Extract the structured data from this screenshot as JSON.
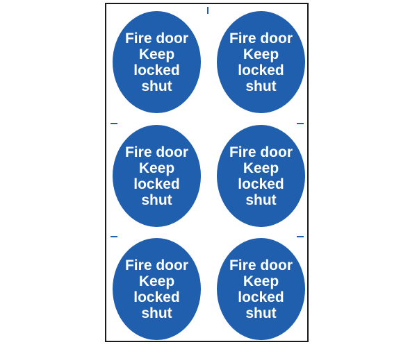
{
  "sheet": {
    "sign_color": "#1f5fad",
    "border_color": "#1a1a1a",
    "signs": [
      {
        "line1": "Fire door",
        "line2": "Keep",
        "line3": "locked",
        "line4": "shut"
      },
      {
        "line1": "Fire door",
        "line2": "Keep",
        "line3": "locked",
        "line4": "shut"
      },
      {
        "line1": "Fire door",
        "line2": "Keep",
        "line3": "locked",
        "line4": "shut"
      },
      {
        "line1": "Fire door",
        "line2": "Keep",
        "line3": "locked",
        "line4": "shut"
      },
      {
        "line1": "Fire door",
        "line2": "Keep",
        "line3": "locked",
        "line4": "shut"
      },
      {
        "line1": "Fire door",
        "line2": "Keep",
        "line3": "locked",
        "line4": "shut"
      }
    ]
  }
}
